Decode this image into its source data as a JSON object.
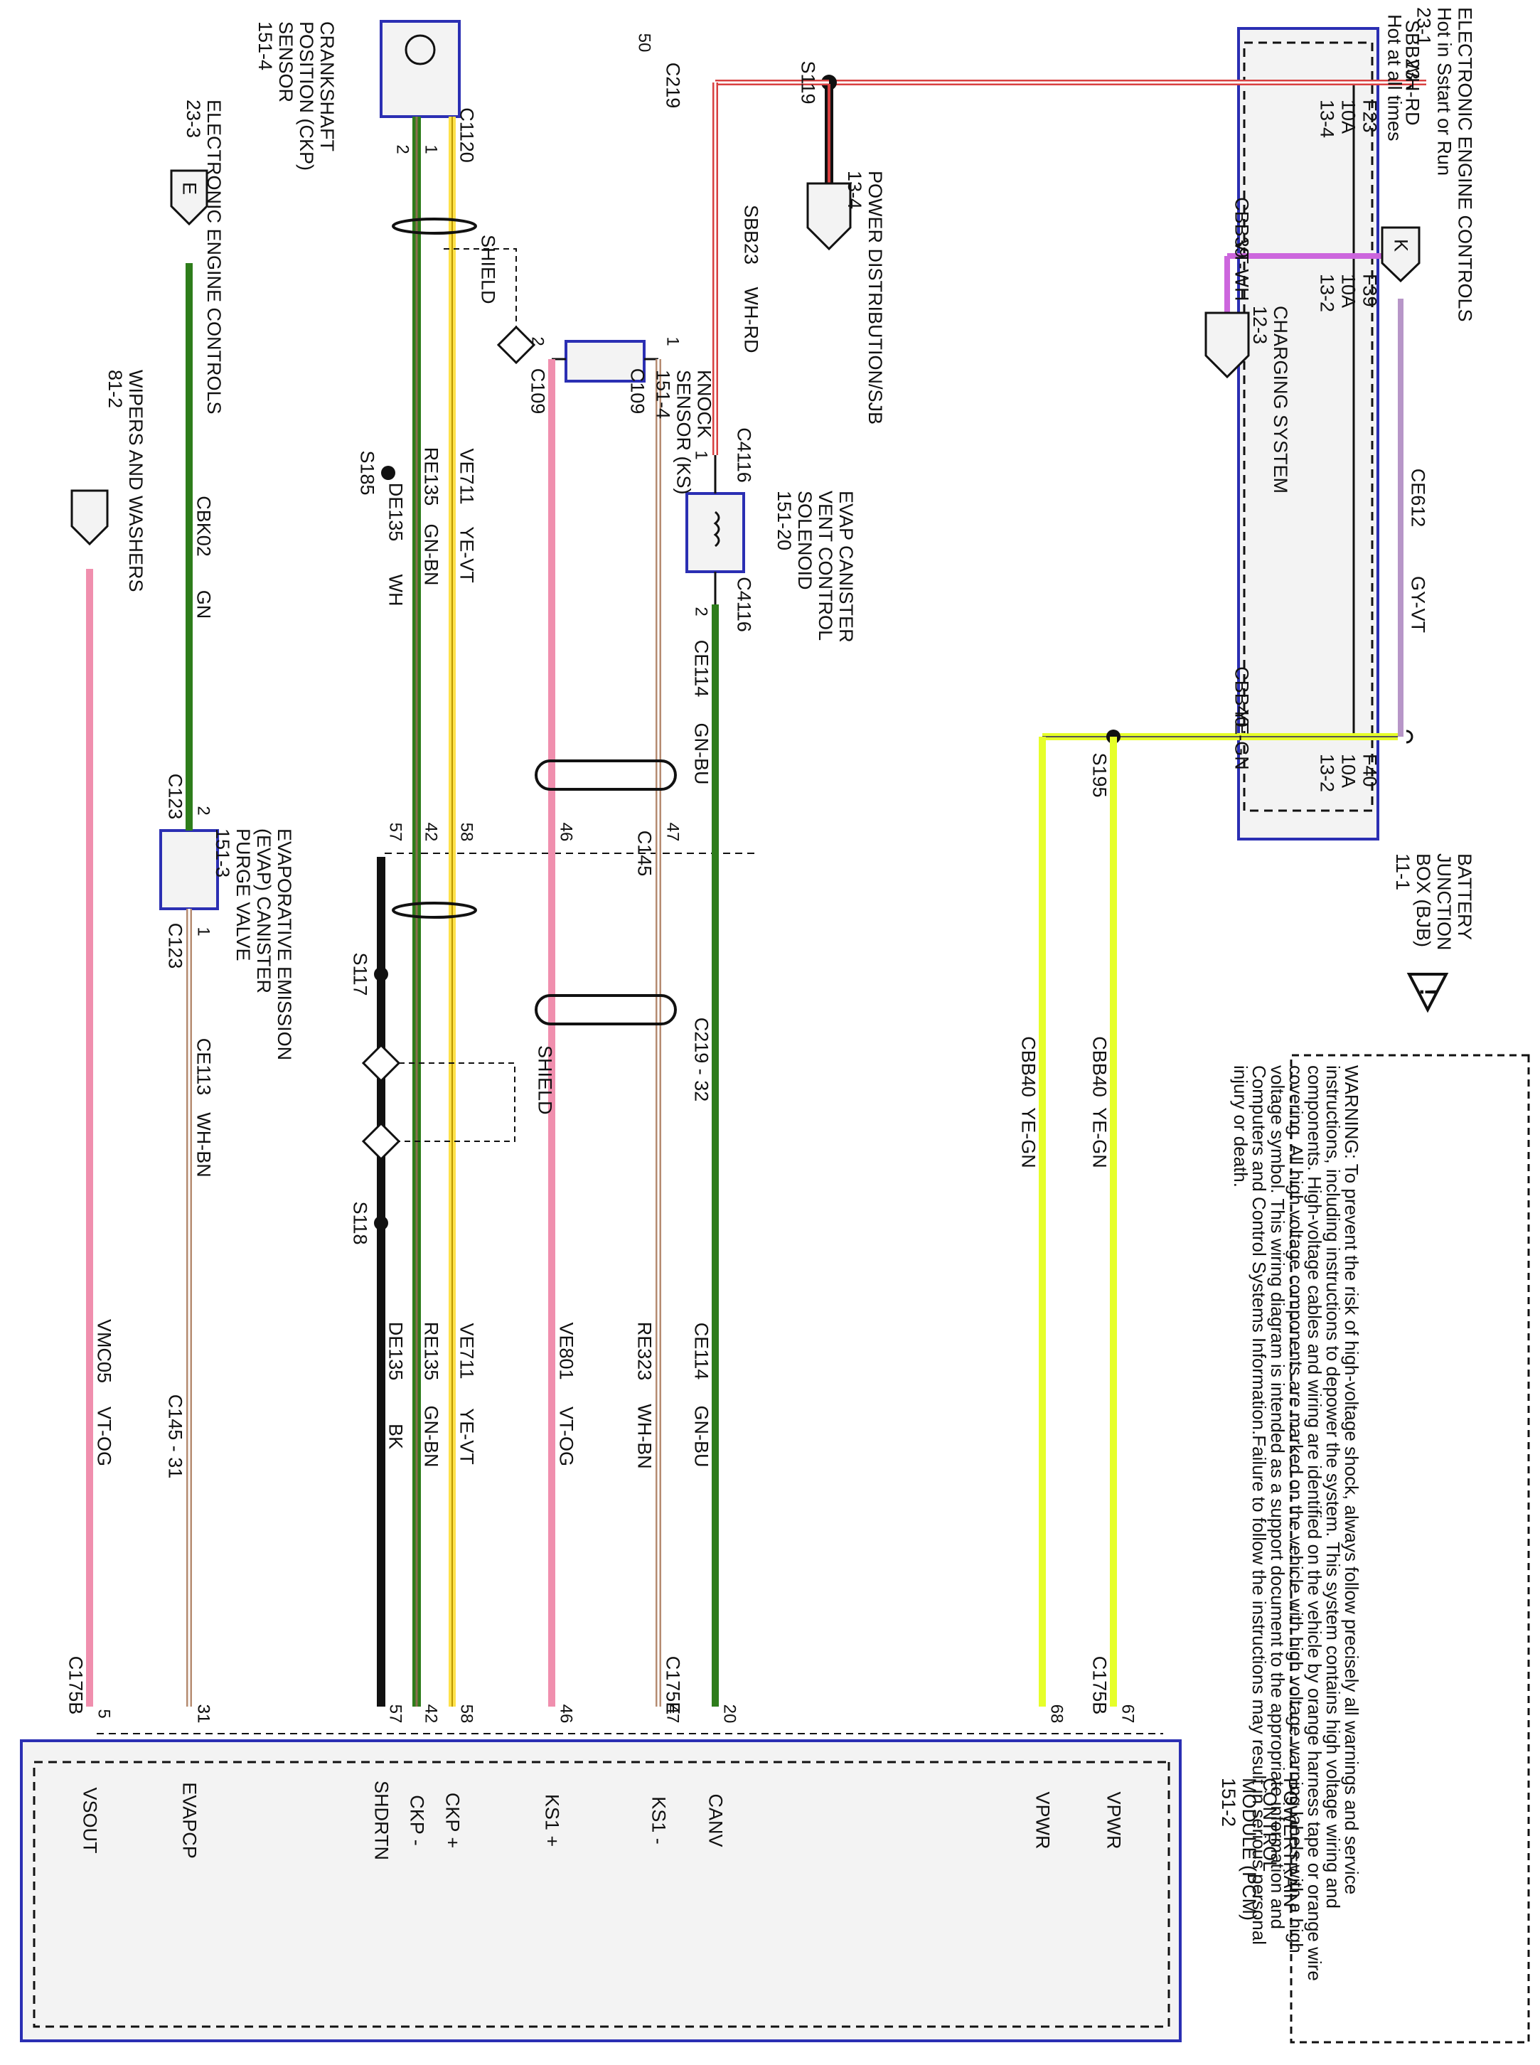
{
  "warning": {
    "symbol": "!",
    "text": "WARNING: To prevent the risk of high-voltage shock, always follow precisely all warnings and service instructions, including instructions to depower the system. This system contains high voltage wiring and components. High-voltage cables and wiring are identified on the vehicle by orange harness tape or orange wire covering. All high voltage components are marked on the vehicle with high voltage warning labels with a high voltage symbol. This wiring diagram is intended as a support document to the appropriate information and  Computers and Control  Systems Information.Failure to follow the instructions may result in serious personal injury or death."
  },
  "modules": {
    "bjb": "BATTERY\nJUNCTION\nBOX (BJB)\n11-1",
    "hot_at_all_times": "Hot at all times",
    "pcm": "POWERTRAIN\nCONTROL\nMODULE (PCM)\n151-2",
    "ckp": "CRANKSHAFT\nPOSITION (CKP)\nSENSOR\n151-4",
    "ks": "KNOCK\nSENSOR (KS)\n151-4",
    "evap_vent": "EVAP CANISTER\nVENT CONTROL\nSOLENOID\n151-20",
    "evap_purge": "EVAPORATIVE EMISSION\n(EVAP) CANISTER\nPURGE VALVE\n151-3",
    "eec_k": "ELECTRONIC ENGINE CONTROLS\nHot in Sstart or Run\n23-1",
    "eec_e": "ELECTRONIC ENGINE CONTROLS\n23-3",
    "wipers": "WIPERS AND WASHERS\n81-2",
    "power_dist": "POWER DISTRIBUTION/SJB\n13-4",
    "charging": "CHARGING SYSTEM\n12-3",
    "shield": "SHIELD"
  },
  "fuses": [
    {
      "name": "F23",
      "rating": "10A",
      "ref": "13-4"
    },
    {
      "name": "F39",
      "rating": "10A",
      "ref": "13-2"
    },
    {
      "name": "F40",
      "rating": "10A",
      "ref": "13-2"
    }
  ],
  "connector_tags": {
    "k": "K",
    "e": "E"
  },
  "pcm_pins": [
    {
      "name": "VPWR",
      "pin": "67"
    },
    {
      "name": "VPWR",
      "pin": "68"
    },
    {
      "name": "CANV",
      "pin": "20"
    },
    {
      "name": "KS1 -",
      "pin": "47"
    },
    {
      "name": "KS1 +",
      "pin": "46"
    },
    {
      "name": "CKP +",
      "pin": "58"
    },
    {
      "name": "CKP -",
      "pin": "42"
    },
    {
      "name": "SHDRTN",
      "pin": "57"
    },
    {
      "name": "EVAPCP",
      "pin": "31"
    },
    {
      "name": "VSOUT",
      "pin": "5"
    }
  ],
  "wires": {
    "sbb23": "SBB23",
    "wh_rd": "WH-RD",
    "cbb39": "CBB39",
    "vt_wh": "VT-WH",
    "cbb40": "CBB40",
    "ye_gn": "YE-GN",
    "ce612": "CE612",
    "gy_vt": "GY-VT",
    "ce114": "CE114",
    "gn_bu": "GN-BU",
    "re323": "RE323",
    "wh_bn": "WH-BN",
    "ve801": "VE801",
    "vt_og": "VT-OG",
    "ve711": "VE711",
    "ye_vt": "YE-VT",
    "re135": "RE135",
    "gn_bn": "GN-BN",
    "de135": "DE135",
    "wh": "WH",
    "bk": "BK",
    "ce113": "CE113",
    "cbk02": "CBK02",
    "gn": "GN",
    "vmc05": "VMC05"
  },
  "connectors": {
    "c219": "C219",
    "c219_32": "C219 - 32",
    "pin_50": "50",
    "c4116": "C4116",
    "c109": "C109",
    "c1120": "C1120",
    "c145": "C145",
    "c145_31": "C145 - 31",
    "c175b": "C175B",
    "c175e": "C175E",
    "c123": "C123"
  },
  "splices": {
    "s119": "S119",
    "s195": "S195",
    "s185": "S185",
    "s117": "S117",
    "s118": "S118"
  },
  "pins": {
    "p1": "1",
    "p2": "2",
    "p31": "31",
    "p42": "42",
    "p46": "46",
    "p47": "47",
    "p57": "57",
    "p58": "58"
  },
  "colors": {
    "module_border": "#2b2fb3",
    "gray_box": "#f3f3f3",
    "yellow_green": "#e6ff2a",
    "yellow": "#ffe24a",
    "pink": "#f08fae",
    "green": "#2e7d1b",
    "violet": "#cc66dd",
    "gray_violet": "#b796c8",
    "red": "#d84040",
    "brown": "#b58b70",
    "black": "#111111"
  }
}
